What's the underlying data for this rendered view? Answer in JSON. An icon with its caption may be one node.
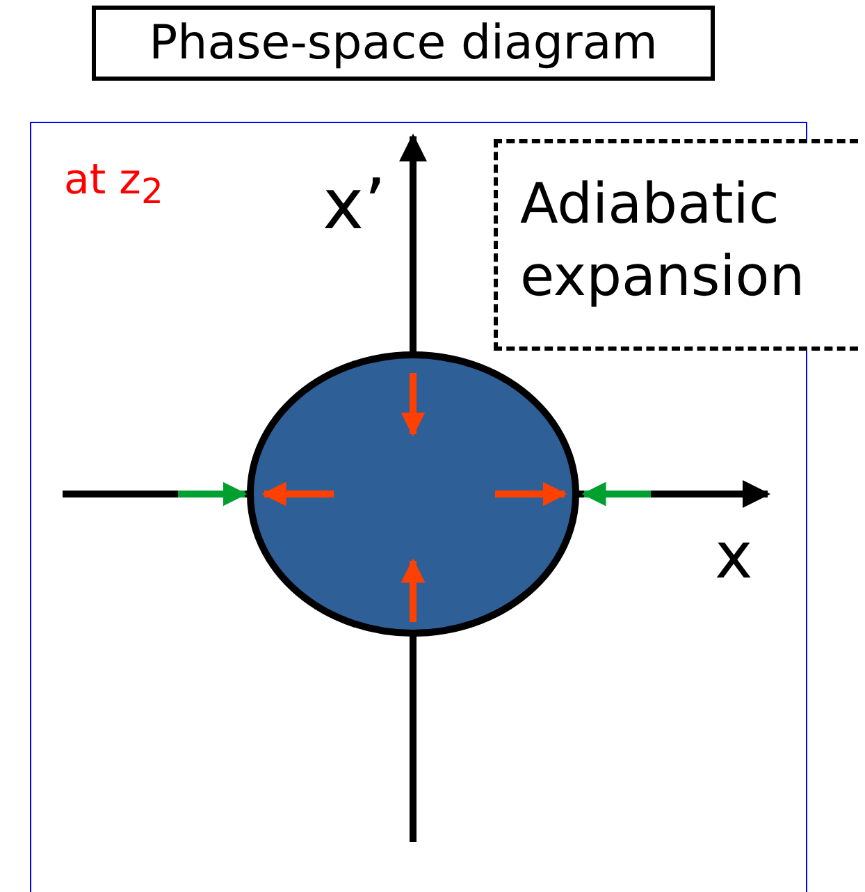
{
  "diagram": {
    "title": "Phase-space diagram",
    "nodes": [
      {
        "text": [
          "Adiabatic expansion"
        ]
      },
      {
        "text": [],
        "shape": "ellipse"
      }
    ],
    "labels": [
      "at z$_{2}$",
      "x’",
      "x"
    ]
  }
}
